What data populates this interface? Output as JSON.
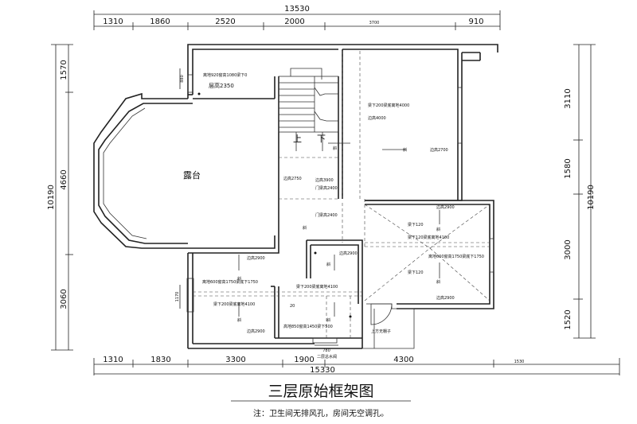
{
  "dims": {
    "top_total": "13530",
    "top": [
      "1310",
      "1860",
      "2520",
      "2000",
      "3700",
      "910"
    ],
    "bottom_total": "15330",
    "bottom": [
      "1310",
      "1830",
      "3300",
      "1900",
      "4300",
      "1530"
    ],
    "left_total": "10190",
    "left": [
      "1570",
      "4660",
      "3060"
    ],
    "right_total": "10190",
    "right": [
      "3110",
      "1580",
      "3000",
      "1520"
    ],
    "local_880": "880",
    "local_1170": "1170",
    "local_780": "780"
  },
  "labels": {
    "room_top": "层高2350",
    "terrace": "露台",
    "stair_up": "上",
    "stair_down": "下",
    "slope": "斜",
    "over_window_top": "离地920窗高1080梁下0",
    "beam_top_right": "梁下200梁底离地4000",
    "edge_4000": "边高4000",
    "edge_2700": "边高2700",
    "edge_2750": "边高2750",
    "edge_3900": "边高3900",
    "door_2400_a": "门梁高2400",
    "door_2400_b": "门梁高2400",
    "edge_2900_a": "边高2900",
    "beam_120_a": "梁下120",
    "beam_120_b": "梁下120梁底离地4100",
    "window_right": "离地600窗高1750梁底下1750",
    "beam_120_c": "梁下120",
    "edge_2900_b": "边高2900",
    "edge_2900_c": "边高2900",
    "window_left": "离地600窗高1750梁底下1750",
    "beam_200_left": "梁下200梁底离地4100",
    "edge_2900_d": "边高2900",
    "beam_200_mid": "梁下200梁底离地4100",
    "angle_20": "20",
    "window_mid": "高地850窗高1450梁下500",
    "edge_2900_e": "边高2900",
    "no_ceiling": "上方无棚子",
    "bottom_note": "二层总水阀"
  },
  "title": "三层原始框架图",
  "note": "注：卫生间无排风孔，房间无空调孔。"
}
